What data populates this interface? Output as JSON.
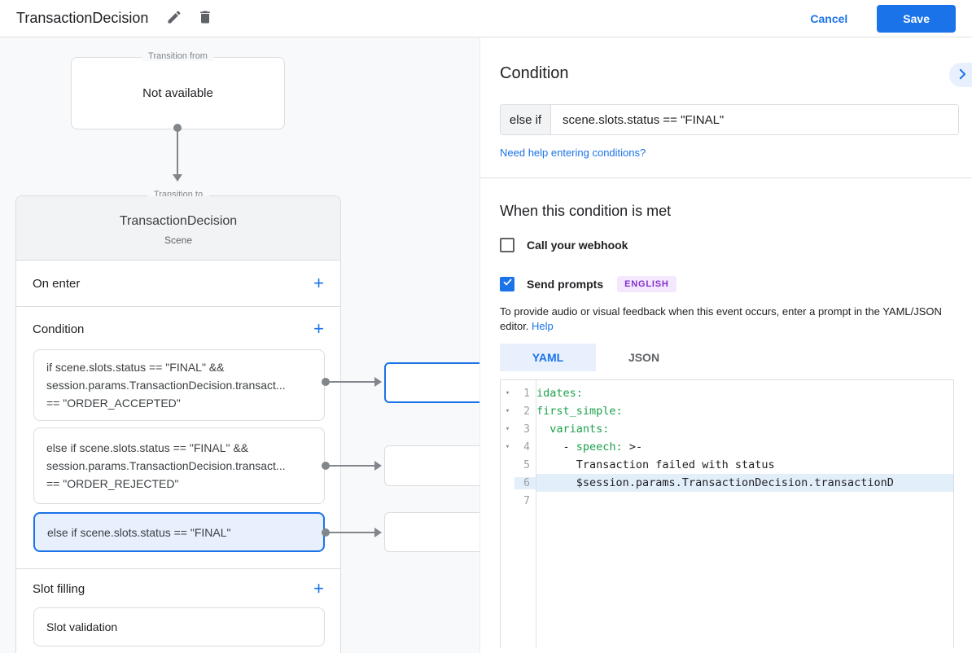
{
  "topbar": {
    "title": "TransactionDecision",
    "cancel_label": "Cancel",
    "save_label": "Save"
  },
  "flow": {
    "transition_from": {
      "legend": "Transition from",
      "content": "Not available"
    },
    "transition_to": {
      "legend": "Transition to",
      "title": "TransactionDecision",
      "subtitle": "Scene",
      "on_enter_label": "On enter",
      "condition_label": "Condition",
      "condition_cards": [
        {
          "selected": false,
          "lines": [
            "if scene.slots.status == \"FINAL\" &&",
            "session.params.TransactionDecision.transact...",
            "== \"ORDER_ACCEPTED\""
          ]
        },
        {
          "selected": false,
          "lines": [
            "else if scene.slots.status == \"FINAL\" &&",
            "session.params.TransactionDecision.transact...",
            "== \"ORDER_REJECTED\""
          ]
        },
        {
          "selected": true,
          "lines": [
            "else if scene.slots.status == \"FINAL\""
          ]
        }
      ],
      "slot_filling_label": "Slot filling",
      "slot_card": "Slot validation"
    }
  },
  "panel": {
    "title": "Condition",
    "condition_input": {
      "prefix": "else if",
      "value": "scene.slots.status == \"FINAL\""
    },
    "help_link": "Need help entering conditions?",
    "when_met_title": "When this condition is met",
    "webhook": {
      "label": "Call your webhook",
      "checked": false
    },
    "prompts": {
      "label": "Send prompts",
      "checked": true,
      "badge": "ENGLISH"
    },
    "description": "To provide audio or visual feedback when this event occurs, enter a prompt in the YAML/JSON editor.",
    "description_link": "Help",
    "editor": {
      "tabs": [
        {
          "label": "YAML",
          "active": true
        },
        {
          "label": "JSON",
          "active": false
        }
      ],
      "lines": [
        {
          "num": 1,
          "fold": true,
          "highlight": false,
          "segments": [
            {
              "t": "idates:",
              "c": "key"
            }
          ]
        },
        {
          "num": 2,
          "fold": true,
          "highlight": false,
          "segments": [
            {
              "t": "first_simple:",
              "c": "key"
            }
          ]
        },
        {
          "num": 3,
          "fold": true,
          "highlight": false,
          "segments": [
            {
              "t": "  variants:",
              "c": "key"
            }
          ]
        },
        {
          "num": 4,
          "fold": true,
          "highlight": false,
          "segments": [
            {
              "t": "    - ",
              "c": "plain"
            },
            {
              "t": "speech:",
              "c": "key"
            },
            {
              "t": " >-",
              "c": "plain"
            }
          ]
        },
        {
          "num": 5,
          "fold": false,
          "highlight": false,
          "segments": [
            {
              "t": "      Transaction failed with status",
              "c": "plain"
            }
          ]
        },
        {
          "num": 6,
          "fold": false,
          "highlight": true,
          "segments": [
            {
              "t": "      $session.params.TransactionDecision.transactionD",
              "c": "plain"
            }
          ]
        },
        {
          "num": 7,
          "fold": false,
          "highlight": false,
          "segments": []
        }
      ]
    }
  },
  "colors": {
    "accent_blue": "#1a73e8",
    "selected_bg": "#e8f0fe",
    "badge_bg": "#f3e8fd",
    "badge_text": "#8430ce",
    "code_key_green": "#1ca14c",
    "connector_gray": "#80868b",
    "border_gray": "#dadce0"
  }
}
